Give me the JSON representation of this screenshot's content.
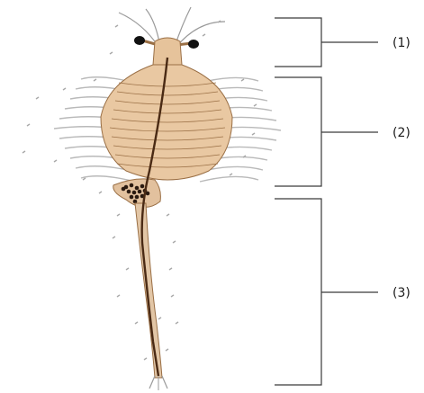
{
  "labels": {
    "part_1": "(1)",
    "part_2": "(2)",
    "part_3": "(3)"
  },
  "colors": {
    "bracket": "#3a3a3a",
    "body_fill": "#e8c9a4",
    "body_stroke": "#9a6f45",
    "gut": "#4a2a14",
    "eye": "#111111",
    "appendage": "#b9b9b9"
  }
}
